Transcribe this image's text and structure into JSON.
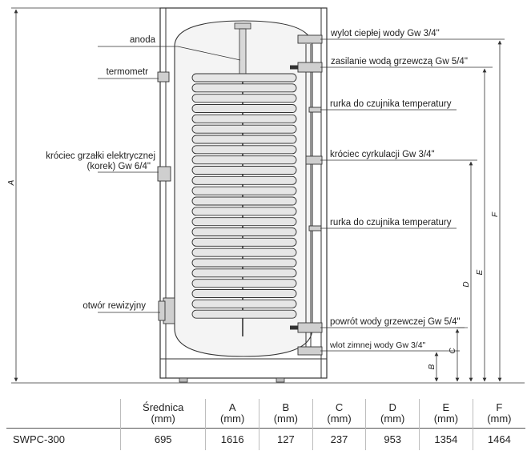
{
  "labels": {
    "anode": "anoda",
    "thermometer": "termometr",
    "heater_connector": "króciec grzałki elektrycznej",
    "heater_connector_2": "(korek) Gw 6/4\"",
    "inspection_hole": "otwór rewizyjny",
    "hot_water_outlet": "wylot ciepłej wody Gw 3/4\"",
    "heating_supply": "zasilanie wodą grzewczą Gw 5/4\"",
    "sensor_tube_top": "rurka do czujnika temperatury",
    "circulation": "króciec cyrkulacji Gw 3/4\"",
    "sensor_tube_bottom": "rurka do czujnika temperatury",
    "heating_return": "powrót wody grzewczej Gw 5/4\"",
    "cold_water_inlet": "wlot zimnej wody Gw 3/4\""
  },
  "dimension_letters": {
    "A": "A",
    "B": "B",
    "C": "C",
    "D": "D",
    "E": "E",
    "F": "F"
  },
  "table": {
    "headers": [
      {
        "label": "Średnica",
        "unit": "(mm)"
      },
      {
        "label": "A",
        "unit": "(mm)"
      },
      {
        "label": "B",
        "unit": "(mm)"
      },
      {
        "label": "C",
        "unit": "(mm)"
      },
      {
        "label": "D",
        "unit": "(mm)"
      },
      {
        "label": "E",
        "unit": "(mm)"
      },
      {
        "label": "F",
        "unit": "(mm)"
      }
    ],
    "rows": [
      {
        "model": "SWPC-300",
        "values": [
          "695",
          "1616",
          "127",
          "237",
          "953",
          "1354",
          "1464"
        ]
      }
    ]
  },
  "colors": {
    "line": "#333333",
    "coil_fill": "#e6e6e6",
    "tank_fill": "#f4f4f4",
    "fitting_fill": "#cfcfcf"
  }
}
